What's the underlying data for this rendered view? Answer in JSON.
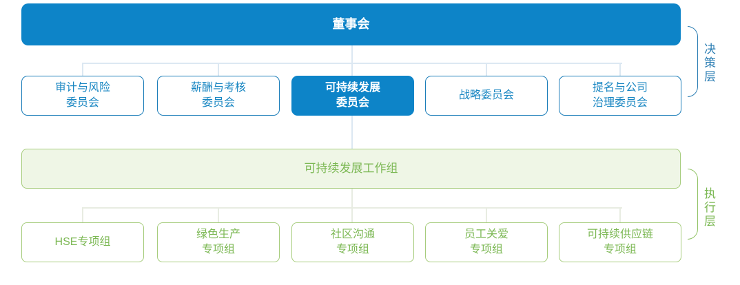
{
  "org_chart": {
    "board": {
      "label": "董事会"
    },
    "layers": {
      "decision": "决策层",
      "execution": "执行层"
    },
    "committees": [
      {
        "label": "审计与风险\n委员会",
        "highlighted": false
      },
      {
        "label": "薪酬与考核\n委员会",
        "highlighted": false
      },
      {
        "label": "可持续发展\n委员会",
        "highlighted": true
      },
      {
        "label": "战略委员会",
        "highlighted": false
      },
      {
        "label": "提名与公司\n治理委员会",
        "highlighted": false
      }
    ],
    "working_group": {
      "label": "可持续发展工作组"
    },
    "task_groups": [
      {
        "label": "HSE专项组"
      },
      {
        "label": "绿色生产\n专项组"
      },
      {
        "label": "社区沟通\n专项组"
      },
      {
        "label": "员工关爱\n专项组"
      },
      {
        "label": "可持续供应链\n专项组"
      }
    ],
    "colors": {
      "primary_blue": "#0d84c8",
      "blue_border": "#1b7db9",
      "blue_text": "#1886c2",
      "connector_blue": "#dce8f2",
      "green_fill": "#eff6e6",
      "green_border": "#a6cc7c",
      "green_text": "#7cb854",
      "connector_green": "#e8ece2",
      "bracket_blue": "#2e7fb4",
      "bracket_green": "#93c468"
    }
  }
}
